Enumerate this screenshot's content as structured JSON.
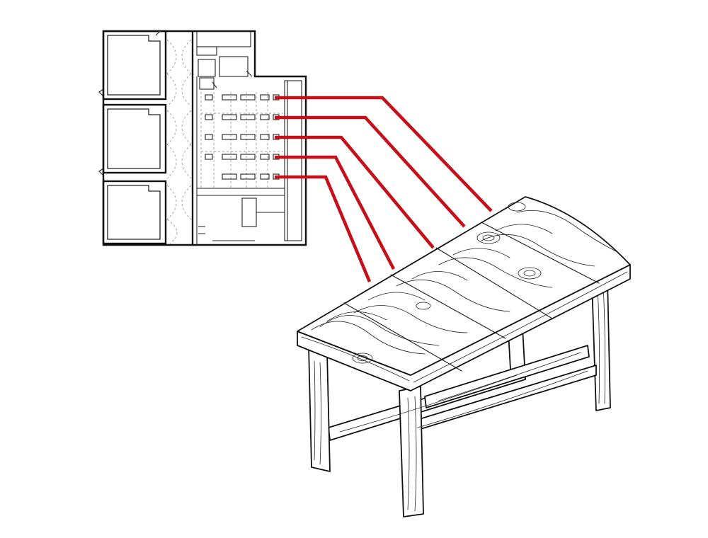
{
  "diagram": {
    "colors": {
      "leader": "#c4101b",
      "ink": "#111111",
      "background": "#ffffff"
    },
    "floor_plan": {
      "rooms": 3,
      "table_grid_rows": 5,
      "table_grid_cols": 5
    },
    "table": {
      "planks": 5,
      "legs": 4
    },
    "leader_lines": 5
  }
}
